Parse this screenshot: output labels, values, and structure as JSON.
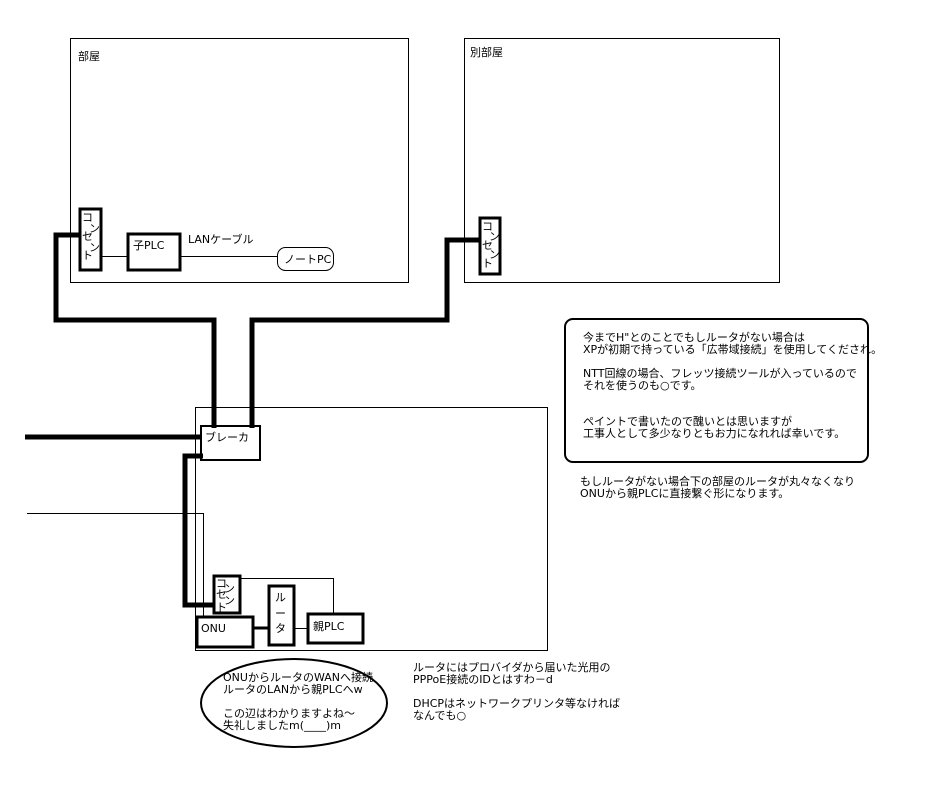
{
  "rooms": {
    "room_label": "部屋",
    "other_room_label": "別部屋"
  },
  "devices": {
    "outlet_chars": [
      "コ",
      "ン",
      "セ",
      "ン",
      "ト"
    ],
    "child_plc": "子PLC",
    "lan_cable": "LANケーブル",
    "notebook_pc": "ノートPC",
    "breaker": "ブレーカ",
    "onu": "ONU",
    "router_chars": [
      "ル",
      "ー",
      "タ"
    ],
    "parent_plc": "親PLC"
  },
  "notes": {
    "box_lines": [
      "今までH\"とのことでもしルータがない場合は",
      "XPが初期で持っている「広帯域接続」を使用してくだされ。",
      "NTT回線の場合、フレッツ接続ツールが入っているので",
      "それを使うのも○です。",
      "ペイントで書いたので醜いとは思いますが",
      "工事人として多少なりともお力になれれば幸いです。"
    ],
    "no_router_lines": [
      "もしルータがない場合下の部屋のルータが丸々なくなり",
      "ONUから親PLCに直接繋ぐ形になります。"
    ],
    "ellipse_lines": [
      "ONUからルータのWANへ接続",
      "ルータのLANから親PLCへw",
      "この辺はわかりますよね～",
      "失礼しましたm(____)m"
    ],
    "router_lines": [
      "ルータにはプロバイダから届いた光用の",
      "PPPoE接続のIDとはすわ－d",
      "DHCPはネットワークプリンタ等なければ",
      "なんでも○"
    ]
  }
}
